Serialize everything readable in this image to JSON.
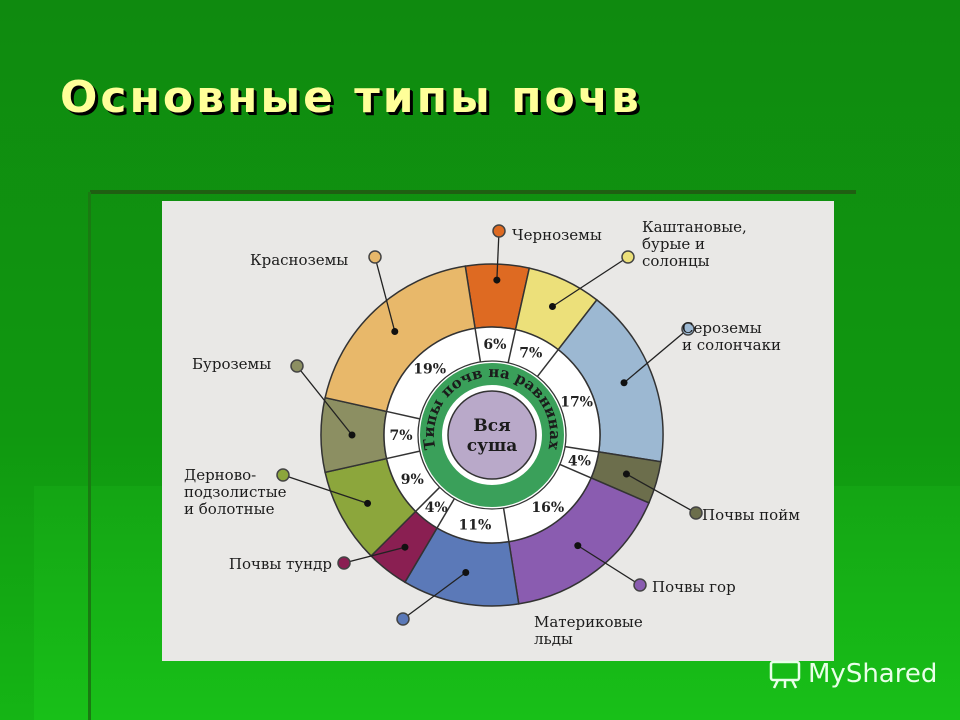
{
  "slide": {
    "title": "Основные типы почв"
  },
  "watermark": {
    "text": "MyShared"
  },
  "colors": {
    "title": "#ffff99",
    "background": "#109810",
    "panel": "#e9e8e6"
  },
  "chart_data": {
    "type": "pie",
    "center_label": [
      "Вся",
      "суша"
    ],
    "inner_ring_label": "Типы почв на равнинах",
    "slices": [
      {
        "label": [
          "Черноземы"
        ],
        "value": 6,
        "value_label": "6%",
        "color": "#de6a22"
      },
      {
        "label": [
          "Каштановые,",
          "бурые и",
          "солонцы"
        ],
        "value": 7,
        "value_label": "7%",
        "color": "#ece07a"
      },
      {
        "label": [
          "Сероземы",
          "и солончаки"
        ],
        "value": 17,
        "value_label": "17%",
        "color": "#9cb8d2"
      },
      {
        "label": [
          "Почвы пойм"
        ],
        "value": 4,
        "value_label": "4%",
        "color": "#6c6e4c"
      },
      {
        "label": [
          "Почвы гор"
        ],
        "value": 16,
        "value_label": "16%",
        "color": "#8a5cb0"
      },
      {
        "label": [
          "Материковые",
          "льды"
        ],
        "value": 11,
        "value_label": "11%",
        "color": "#5b79b8"
      },
      {
        "label": [
          "Почвы тундр"
        ],
        "value": 4,
        "value_label": "4%",
        "color": "#8a1f52"
      },
      {
        "label": [
          "Дерново-",
          "подзолистые",
          "и болотные"
        ],
        "value": 9,
        "value_label": "9%",
        "color": "#8ca63c"
      },
      {
        "label": [
          "Буроземы"
        ],
        "value": 7,
        "value_label": "7%",
        "color": "#8c8f62"
      },
      {
        "label": [
          "Красноземы"
        ],
        "value": 19,
        "value_label": "19%",
        "color": "#e8b86a"
      }
    ]
  }
}
